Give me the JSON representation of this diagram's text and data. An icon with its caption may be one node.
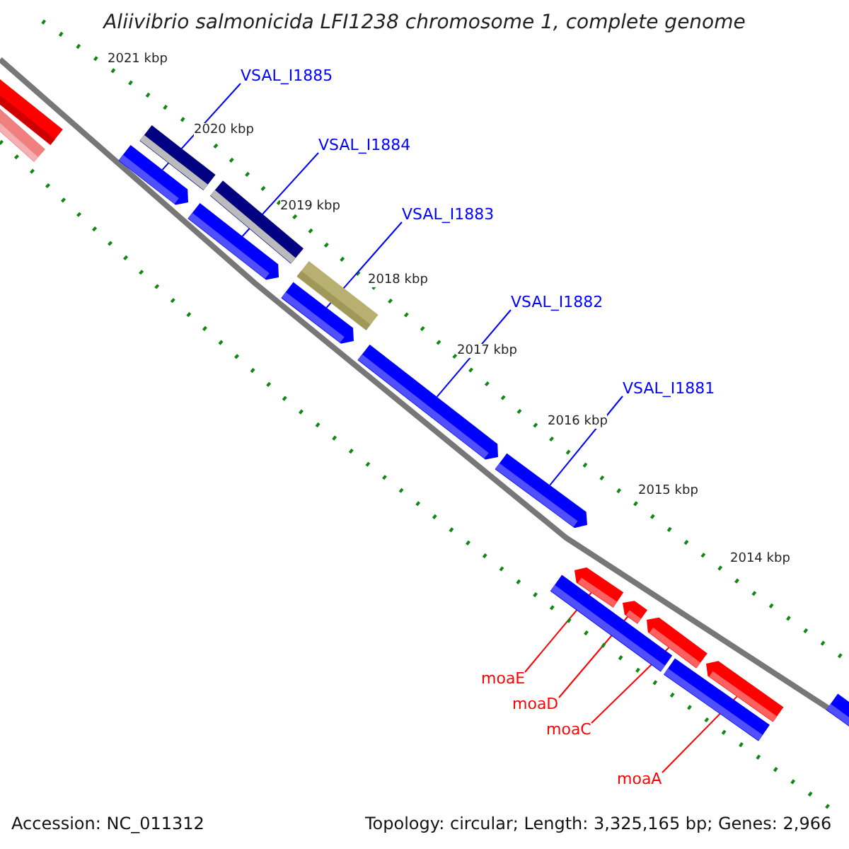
{
  "diagram": {
    "title": "Aliivibrio salmonicida LFI1238 chromosome 1, complete genome",
    "nodes": [
      {
        "text": [
          "VSAL_I1885"
        ]
      },
      {
        "text": [],
        "shape": "bar"
      },
      {
        "text": [
          "VSAL_I1884"
        ]
      },
      {
        "text": [],
        "shape": "bar"
      },
      {
        "text": [
          "VSAL_I1883"
        ]
      },
      {
        "text": [],
        "shape": "bar"
      },
      {
        "text": [
          "VSAL_I1882"
        ]
      },
      {
        "text": [],
        "shape": "bar"
      },
      {
        "text": [
          "VSAL_I1881"
        ]
      },
      {
        "text": [],
        "shape": "bar"
      },
      {
        "text": [
          "moaE"
        ]
      },
      {
        "text": [],
        "shape": "bar"
      },
      {
        "text": [
          "moaD"
        ]
      },
      {
        "text": [],
        "shape": "bar"
      },
      {
        "text": [
          "moaC"
        ]
      },
      {
        "text": [],
        "shape": "bar"
      },
      {
        "text": [
          "moaA"
        ]
      },
      {
        "text": [],
        "shape": "bar"
      }
    ],
    "edges": [
      {
        "from": 0,
        "to": 1,
        "arrow": "none"
      },
      {
        "from": 2,
        "to": 3,
        "arrow": "none"
      },
      {
        "from": 4,
        "to": 5,
        "arrow": "none"
      },
      {
        "from": 6,
        "to": 7,
        "arrow": "none"
      },
      {
        "from": 8,
        "to": 9,
        "arrow": "none"
      },
      {
        "from": 10,
        "to": 11,
        "arrow": "none",
        "color": "#ff0000"
      },
      {
        "from": 12,
        "to": 13,
        "arrow": "none",
        "color": "#ff0000"
      },
      {
        "from": 14,
        "to": 15,
        "arrow": "none",
        "color": "#ff0000"
      },
      {
        "from": 16,
        "to": 17,
        "arrow": "none",
        "color": "#ff0000"
      }
    ],
    "labels": [
      "2021 kbp",
      "2020 kbp",
      "2019 kbp",
      "2018 kbp",
      "2017 kbp",
      "2016 kbp",
      "2015 kbp",
      "2014 kbp",
      "Accession: NC_011312",
      "Topology: circular; Length: 3,325,165 bp; Genes: 2,966"
    ]
  }
}
